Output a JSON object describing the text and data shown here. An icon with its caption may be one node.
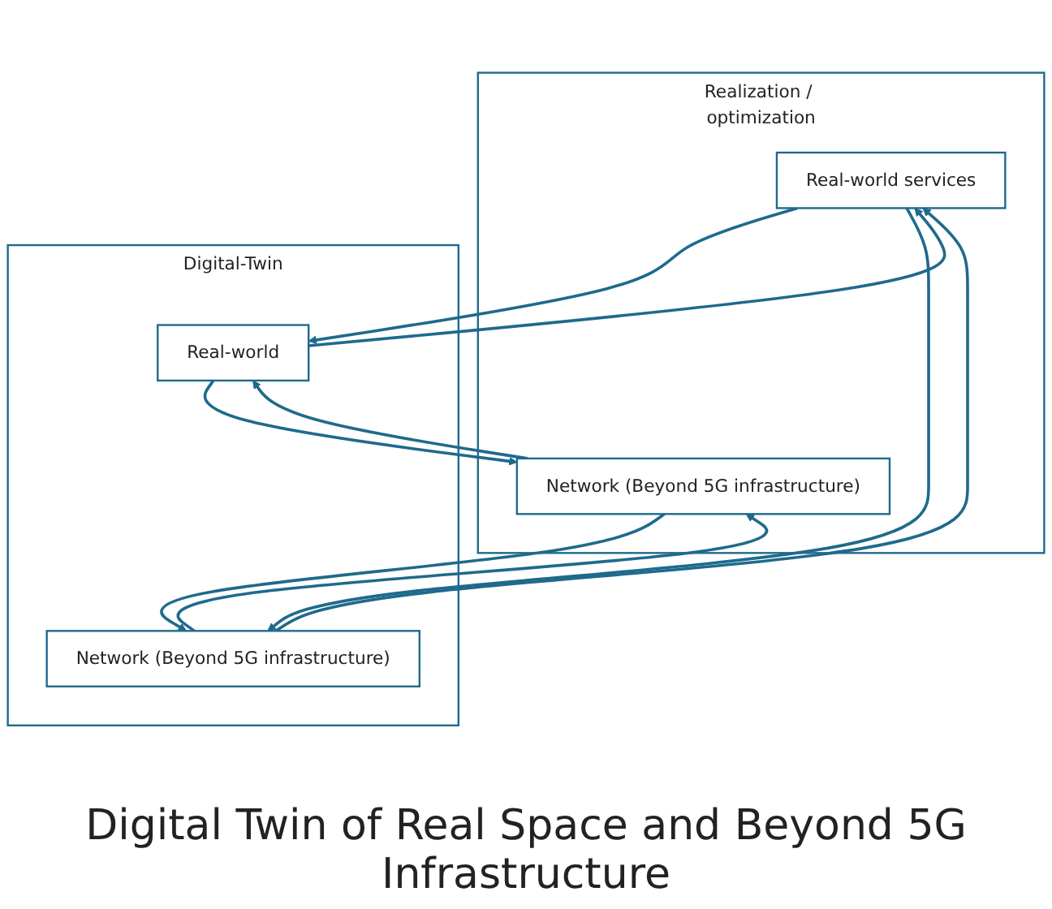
{
  "diagram": {
    "caption": "Digital Twin of Real Space and Beyond 5G Infrastructure",
    "nodes": [
      {
        "text": [
          "Realization / optimization"
        ]
      },
      {
        "text": [
          "Real-world services"
        ],
        "in": 0
      },
      {
        "text": [
          "Network (Beyond 5G infrastructure)"
        ],
        "in": 0
      },
      {
        "text": [
          "Digital-Twin"
        ]
      },
      {
        "text": [
          "Real-world"
        ],
        "in": 3
      },
      {
        "text": [
          "Network (Beyond 5G infrastructure)"
        ],
        "in": 3
      }
    ],
    "edges": [
      {
        "from": 4,
        "to": 1,
        "arrow": "to"
      },
      {
        "from": 1,
        "to": 4,
        "arrow": "to"
      },
      {
        "from": 5,
        "to": 1,
        "arrow": "to"
      },
      {
        "from": 1,
        "to": 5,
        "arrow": "to"
      },
      {
        "from": 4,
        "to": 2,
        "arrow": "to"
      },
      {
        "from": 2,
        "to": 4,
        "arrow": "to"
      },
      {
        "from": 5,
        "to": 2,
        "arrow": "to"
      },
      {
        "from": 2,
        "to": 5,
        "arrow": "to"
      }
    ]
  }
}
